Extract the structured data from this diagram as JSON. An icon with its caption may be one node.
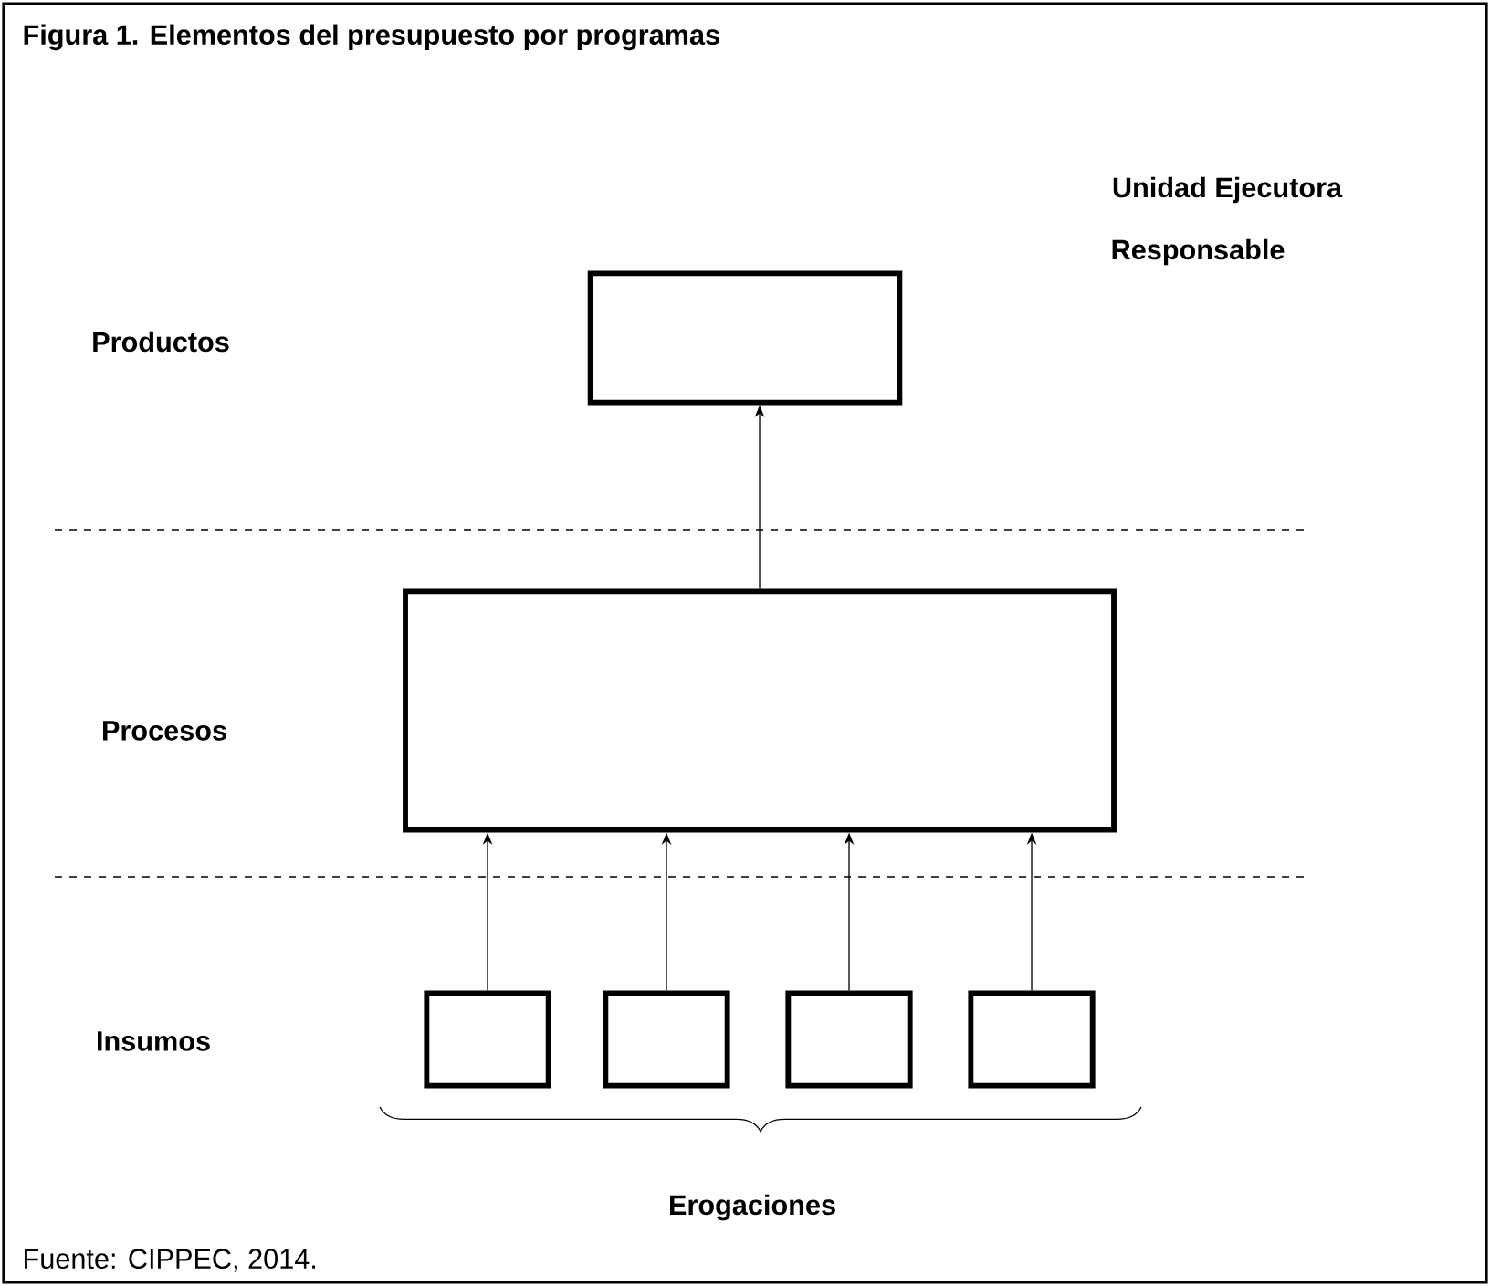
{
  "diagram": {
    "title": "Figura 1. Elementos del presupuesto por programas",
    "caption": "Fuente: CIPPEC, 2014.",
    "nodes": [
      {
        "text": [],
        "shape": "box"
      },
      {
        "text": [],
        "shape": "box"
      },
      {
        "text": [],
        "shape": "box"
      },
      {
        "text": [],
        "shape": "box"
      },
      {
        "text": [],
        "shape": "box"
      },
      {
        "text": [],
        "shape": "box"
      }
    ],
    "edges": [
      {
        "from": 1,
        "to": 0,
        "arrow": "to"
      },
      {
        "from": 2,
        "to": 1,
        "arrow": "to"
      },
      {
        "from": 3,
        "to": 1,
        "arrow": "to"
      },
      {
        "from": 4,
        "to": 1,
        "arrow": "to"
      },
      {
        "from": 5,
        "to": 1,
        "arrow": "to"
      }
    ],
    "labels": [
      "Unidad Ejecutora",
      "Responsable",
      "Productos",
      "Procesos",
      "Insumos",
      "Erogaciones"
    ]
  }
}
